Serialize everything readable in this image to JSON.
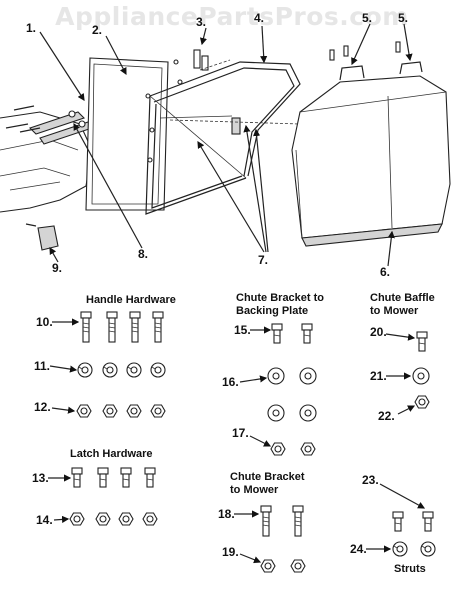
{
  "watermark": "AppliancePartsPros.com",
  "callouts": {
    "c1": "1.",
    "c2": "2.",
    "c3": "3.",
    "c4": "4.",
    "c5a": "5.",
    "c5b": "5.",
    "c6": "6.",
    "c7": "7.",
    "c8": "8.",
    "c9": "9.",
    "c10": "10.",
    "c11": "11.",
    "c12": "12.",
    "c13": "13.",
    "c14": "14.",
    "c15": "15.",
    "c16": "16.",
    "c17": "17.",
    "c18": "18.",
    "c19": "19.",
    "c20": "20.",
    "c21": "21.",
    "c22": "22.",
    "c23": "23.",
    "c24": "24."
  },
  "groups": {
    "handle_hardware": "Handle Hardware",
    "latch_hardware": "Latch Hardware",
    "chute_bracket_backing_1": "Chute Bracket to",
    "chute_bracket_backing_2": "Backing Plate",
    "chute_baffle_1": "Chute Baffle",
    "chute_baffle_2": "to Mower",
    "chute_bracket_mower_1": "Chute Bracket",
    "chute_bracket_mower_2": "to Mower",
    "struts": "Struts"
  }
}
